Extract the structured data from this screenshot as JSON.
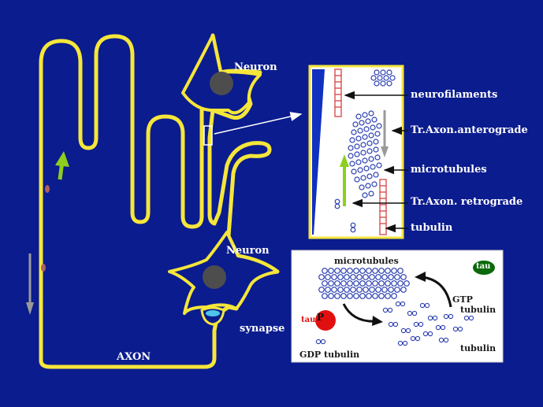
{
  "labels": {
    "neuron_top": "Neuron",
    "neuron_bottom": "Neuron",
    "synapse": "synapse",
    "axon": "AXON"
  },
  "zoom_panel": {
    "neurofilaments": "neurofilaments",
    "anterograde": "Tr.Axon.anterograde",
    "microtubules": "microtubules",
    "retrograde": "Tr.Axon. retrograde",
    "tubulin": "tubulin"
  },
  "cycle_panel": {
    "microtubules": "microtubules",
    "tau": "tau",
    "tau_p": "tau",
    "p_letter": "P",
    "gtp_tubulin_1": "GTP",
    "gtp_tubulin_2": "tubulin",
    "tubulin": "tubulin",
    "gdp_tubulin": "GDP tubulin"
  },
  "colors": {
    "background": "#0b1c8e",
    "axon_outline": "#f5e63a",
    "nucleus": "#4d4d4d",
    "anterograde_arrow": "#8ccf1e",
    "retrograde_arrow": "#9a9a9a",
    "neurofilament": "#d84040",
    "microtubule": "#2a3fb0",
    "tau": "#0a6a0a",
    "tau_p": "#e01010"
  }
}
